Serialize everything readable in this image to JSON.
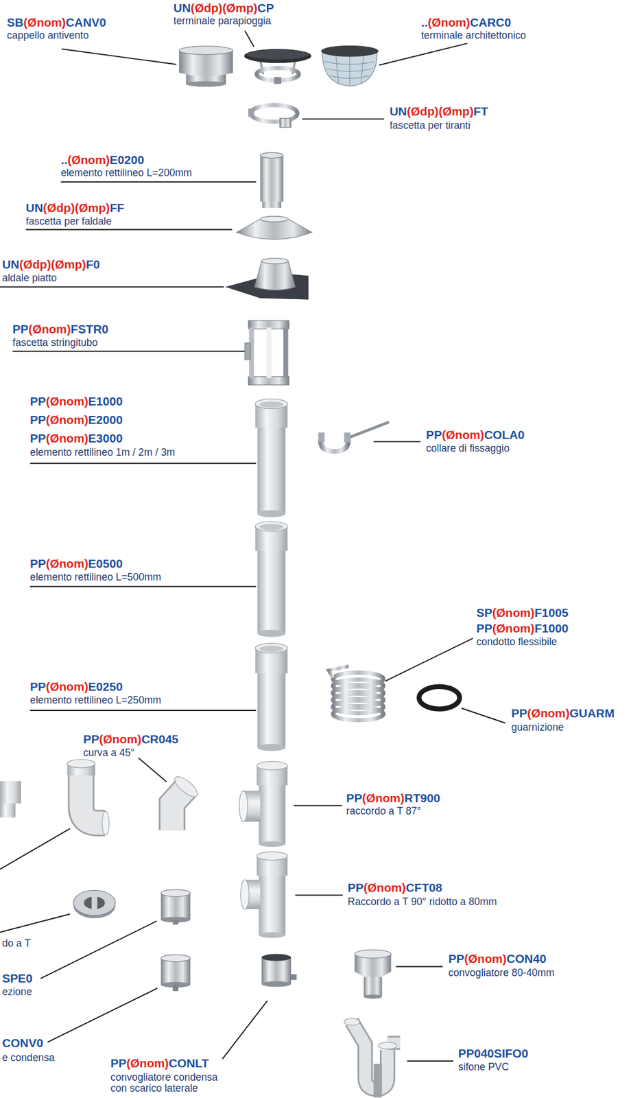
{
  "diagram": {
    "labels": [
      "SB(Ønom)CANV0",
      "cappello antivento",
      "UN(Ødp)(Ømp)CP",
      "terminale parapioggia",
      "..(Ønom)CARC0",
      "terminale architettonico",
      "UN(Ødp)(Ømp)FT",
      "fascetta per tiranti",
      "..(Ønom)E0200",
      "elemento rettilineo L=200mm",
      "UN(Ødp)(Ømp)FF",
      "fascetta per faldale",
      "UN(Ødp)(Ømp)F0",
      "aldale piatto",
      "PP(Ønom)FSTR0",
      "fascetta stringitubo",
      "PP(Ønom)E1000",
      "PP(Ønom)E2000",
      "PP(Ønom)E3000",
      "elemento rettilineo 1m / 2m / 3m",
      "PP(Ønom)COLA0",
      "collare di fissaggio",
      "PP(Ønom)E0500",
      "elemento rettilineo L=500mm",
      "SP(Ønom)F1005",
      "PP(Ønom)F1000",
      "condotto flessibile",
      "PP(Ønom)E0250",
      "elemento rettilineo L=250mm",
      "PP(Ønom)GUARM",
      "guarnizione",
      "PP(Ønom)CR045",
      "curva a 45°",
      "PP(Ønom)RT900",
      "raccordo a T 87°",
      "PP(Ønom)CFT08",
      "Raccordo a T 90° ridotto a 80mm",
      "do a T",
      "PP(Ønom)CON40",
      "convogliatore 80-40mm",
      "SPE0",
      "ezione",
      "CONV0",
      "e condensa",
      "PP(Ønom)CONLT",
      "convogliatore condensa",
      "con scarico laterale",
      "PP040SIFO0",
      "sifone PVC"
    ]
  }
}
